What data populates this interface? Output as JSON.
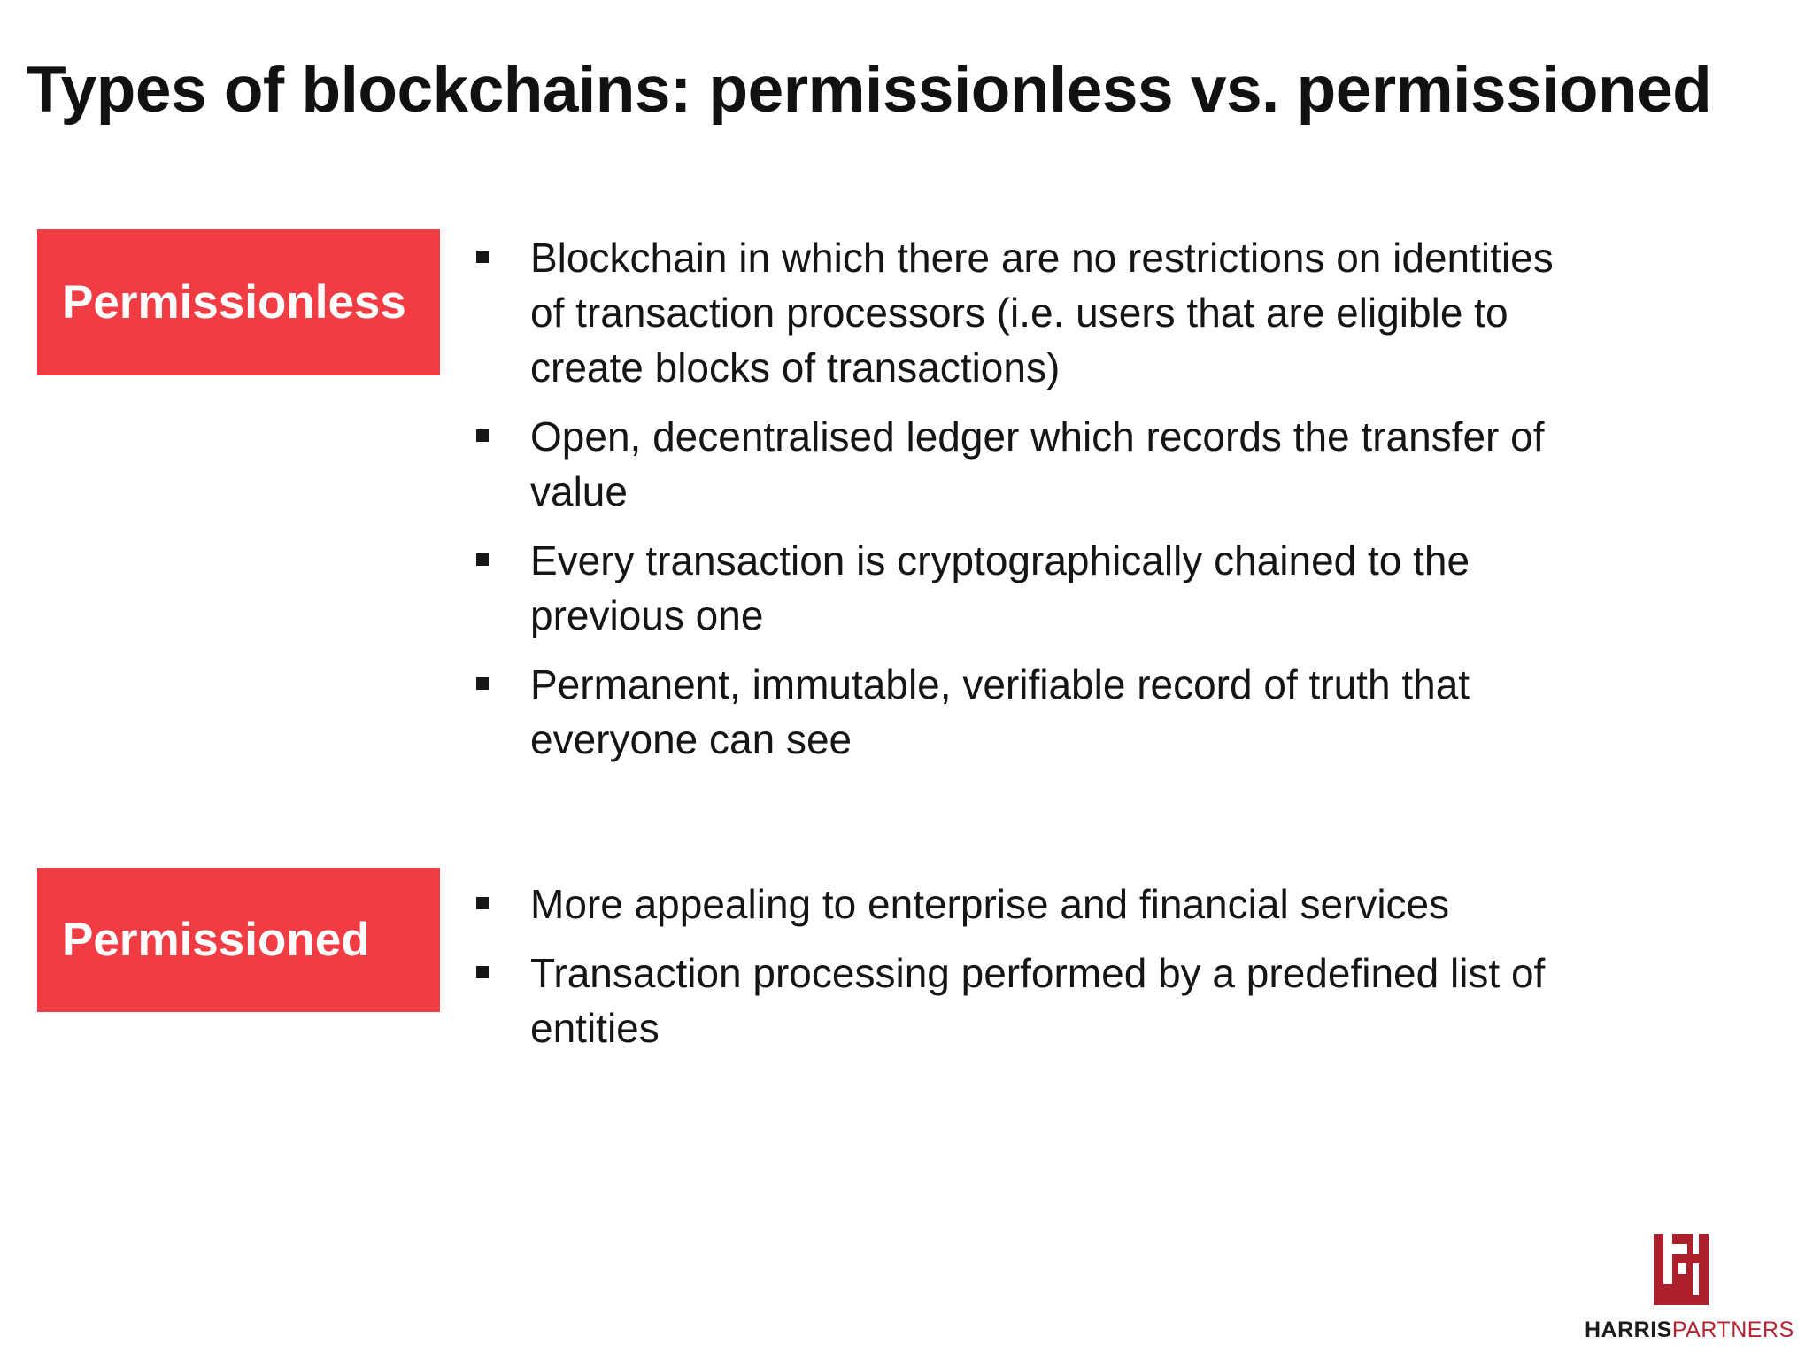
{
  "slide": {
    "title": "Types of blockchains: permissionless vs. permissioned",
    "accent_color": "#f23c44",
    "rows": [
      {
        "label": "Permissionless",
        "bullets": [
          "Blockchain in which there are no restrictions on identities\nof transaction processors (i.e. users that are eligible to\ncreate blocks of transactions)",
          "Open, decentralised ledger which records the transfer of\nvalue",
          "Every transaction is cryptographically chained to the\nprevious one",
          "Permanent, immutable, verifiable record of truth that\neveryone can see"
        ]
      },
      {
        "label": "Permissioned",
        "bullets": [
          "More appealing to enterprise and financial services",
          "Transaction processing performed by a predefined list of\nentities"
        ]
      }
    ]
  },
  "logo": {
    "brand_bold": "HARRIS",
    "brand_light": "PARTNERS",
    "glyph_icon": "interlocked-maze-monogram-icon",
    "glyph_color": "#ae1f2d",
    "partners_color": "#b52432"
  }
}
